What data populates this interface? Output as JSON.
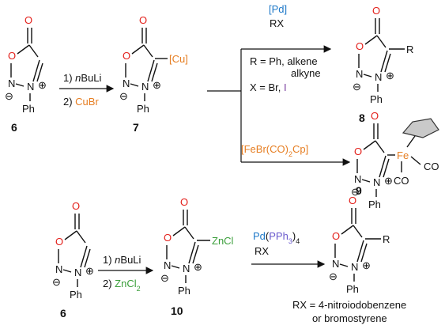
{
  "compounds": {
    "c6": "6",
    "c7": "7",
    "c8": "8",
    "c9": "9",
    "c10": "10"
  },
  "atoms": {
    "O": "O",
    "N": "N",
    "Ph": "Ph",
    "minus": "⊖",
    "plus": "⊕",
    "R": "R",
    "Fe": "Fe",
    "CO": "CO",
    "ZnCl": "ZnCl",
    "Cu": "[Cu]"
  },
  "step1": {
    "line1_num": "1) ",
    "line1_reagent": "nBuLi",
    "line2_num": "2) ",
    "line2_reagent": "CuBr"
  },
  "pd_coupling": {
    "catalyst": "[Pd]",
    "reagent": "RX",
    "cond_r": "R = Ph, alkene",
    "cond_r2": "alkyne",
    "cond_x_pre": "X = Br, ",
    "cond_x_i": "I"
  },
  "fe_coupling": {
    "pre": "[FeBr(CO)",
    "sub2": "2",
    "cp": "Cp]"
  },
  "step2": {
    "line1_num": "1) ",
    "line1_reagent": "nBuLi",
    "line2_num": "2) ",
    "line2_reagent": "ZnCl",
    "line2_sub": "2"
  },
  "negishi": {
    "pd": "Pd",
    "paren_open": "(",
    "pph": "PPh",
    "sub3": "3",
    "close": ")",
    "sub4": "4",
    "reagent": "RX",
    "note_line1": "RX = 4-nitroiodobenzene",
    "note_line2": "or bromostyrene"
  },
  "colors": {
    "oxygen": "#e3201b",
    "palladium": "#1e78c8",
    "copper": "#e67e22",
    "iodine": "#7b3fa0",
    "zinc": "#3a9e3a",
    "phosphorus": "#6a5acd"
  }
}
